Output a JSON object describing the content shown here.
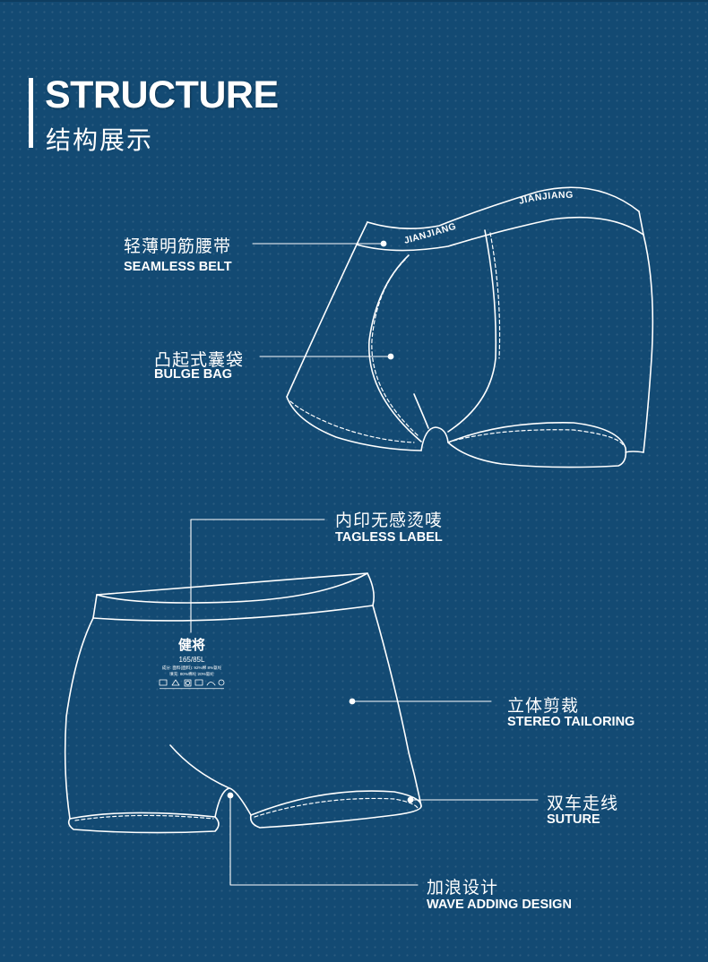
{
  "header": {
    "title": "STRUCTURE",
    "subtitle": "结构展示"
  },
  "brief_front": {
    "waistband_text": [
      "JIANJIANG",
      "JIANJIANG"
    ]
  },
  "brief_back": {
    "label": {
      "brand": "健将",
      "size": "165/85L",
      "line1": "成分: 面料(面料): 92%棉 8%氨纶",
      "line2": "填充: 80%棉纶 20%氨纶"
    }
  },
  "callouts": [
    {
      "cn": "轻薄明筋腰带",
      "en": "SEAMLESS BELT"
    },
    {
      "cn": "凸起式囊袋",
      "en": "BULGE BAG"
    },
    {
      "cn": "内印无感烫唛",
      "en": "TAGLESS LABEL"
    },
    {
      "cn": "立体剪裁",
      "en": "STEREO TAILORING"
    },
    {
      "cn": "双车走线",
      "en": "SUTURE"
    },
    {
      "cn": "加浪设计",
      "en": "WAVE ADDING DESIGN"
    }
  ],
  "colors": {
    "background": "#134a73",
    "line": "#ffffff"
  }
}
